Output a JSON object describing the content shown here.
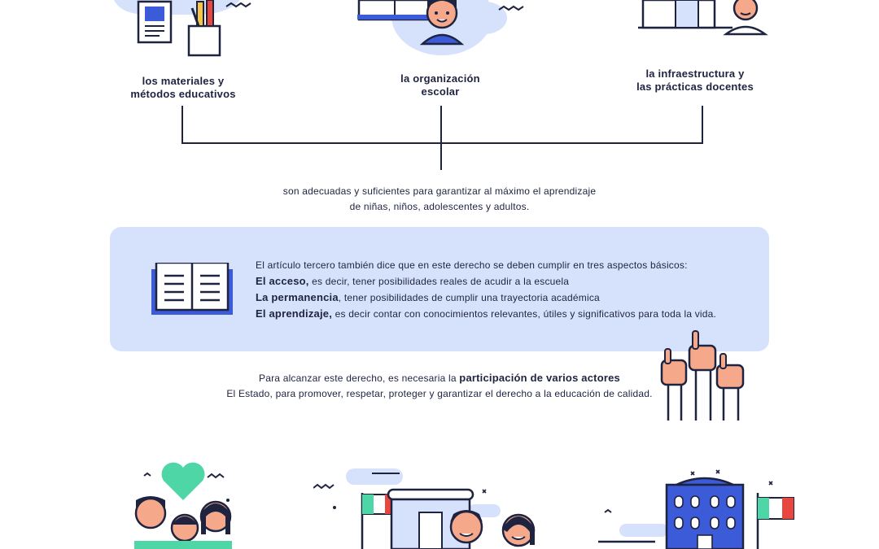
{
  "top": {
    "items": [
      {
        "label_line1": "los materiales y",
        "label_line2": "métodos educativos",
        "icon": "school-supplies-icon"
      },
      {
        "label_line1": "la organización",
        "label_line2": "escolar",
        "icon": "student-with-book-icon"
      },
      {
        "label_line1": "la infraestructura y",
        "label_line2": "las prácticas docentes",
        "icon": "teacher-building-icon"
      }
    ],
    "summary_line1": "son adecuadas y suficientes para garantizar al máximo el aprendizaje",
    "summary_line2": "de niñas, niños, adolescentes y adultos."
  },
  "info": {
    "intro": "El artículo tercero también dice que en este derecho se deben cumplir en tres aspectos básicos:",
    "aspects": [
      {
        "term": "El acceso,",
        "desc": " es decir, tener posibilidades reales de acudir a la escuela"
      },
      {
        "term": "La permanencia",
        "desc": ", tener posibilidades de cumplir una trayectoria académica"
      },
      {
        "term": "El aprendizaje,",
        "desc": " es decir contar con conocimientos relevantes, útiles y significativos para toda la vida."
      }
    ],
    "icon": "open-book-icon"
  },
  "actors": {
    "line1_prefix": "Para alcanzar este derecho, es necesaria la ",
    "line1_bold": "participación de varios actores",
    "line2": "El Estado, para promover, respetar, proteger y garantizar el derecho a la educación de calidad.",
    "icon": "raised-hands-icon"
  },
  "bottom_icons": [
    "family-heart-icon",
    "school-building-flag-icon",
    "government-building-flag-icon"
  ],
  "colors": {
    "navy": "#1e2340",
    "blue": "#3b5bd9",
    "light_blue": "#d6e2fb",
    "green": "#4fd6a6",
    "skin": "#f5a98a",
    "red": "#e8473f"
  }
}
